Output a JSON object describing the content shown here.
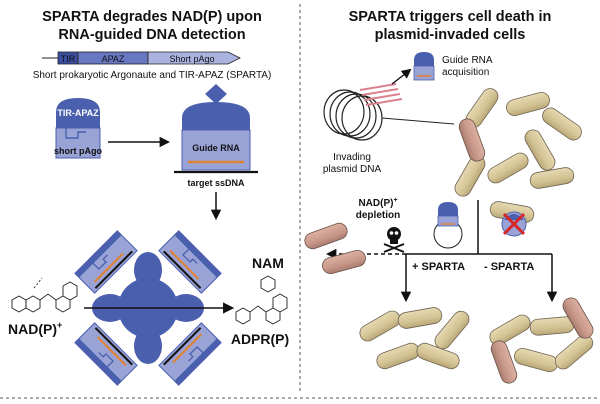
{
  "left_panel": {
    "title_line1": "SPARTA degrades NAD(P) upon",
    "title_line2": "RNA-guided DNA detection",
    "domain_tir": "TIR",
    "domain_apaz": "APAZ",
    "domain_short_pago": "Short pAgo",
    "acronym_line": "Short prokaryotic Argonaute and TIR-APAZ (SPARTA)",
    "tir_apaz_label": "TIR-APAZ",
    "short_pago_label": "short pAgo",
    "guide_rna_label": "Guide RNA",
    "target_label": "target ssDNA",
    "nam_label": "NAM",
    "nadp_label": "NAD(P)",
    "nadp_sup": "+",
    "adprp_label": "ADPR(P)"
  },
  "right_panel": {
    "title_line1": "SPARTA triggers cell death in",
    "title_line2": "plasmid-invaded cells",
    "guide_acq_line1": "Guide RNA",
    "guide_acq_line2": "acquisition",
    "invading_line1": "Invading",
    "invading_line2": "plasmid DNA",
    "depletion_line1": "NAD(P)",
    "depletion_sup": "+",
    "depletion_line2": "depletion",
    "plus_sparta": "+ SPARTA",
    "minus_sparta": "- SPARTA"
  },
  "colors": {
    "protein_blue": "#4a5fae",
    "protein_light": "#9aa3d6",
    "guide_orange": "#e0833a",
    "cell_tan": "#d7c79b",
    "cell_brown": "#c89a8a",
    "plasmid_pink": "#d9808e",
    "deny_red": "#d62828"
  }
}
